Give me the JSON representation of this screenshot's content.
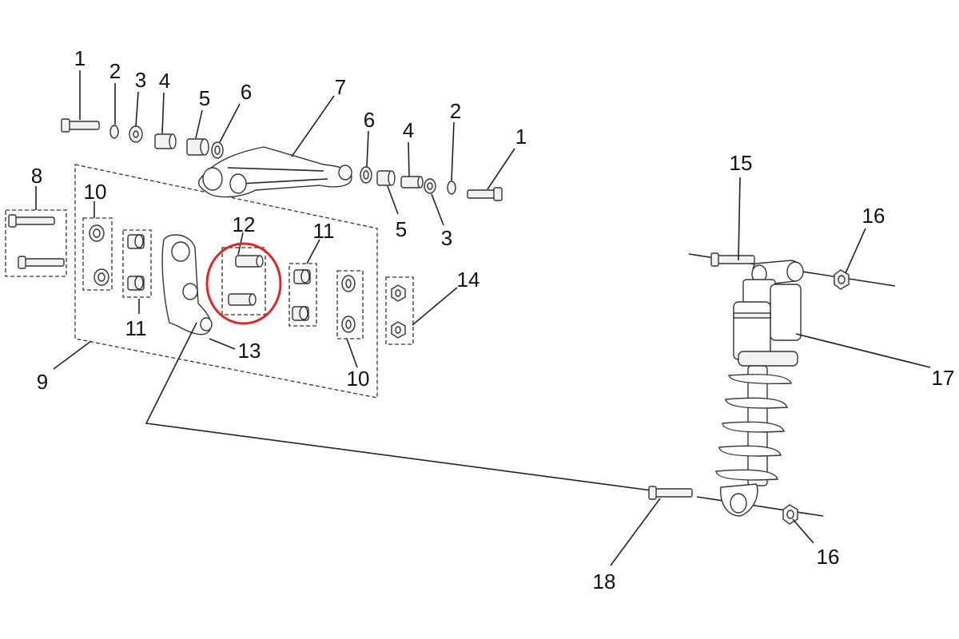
{
  "labels": {
    "p1a": "1",
    "p2a": "2",
    "p3a": "3",
    "p4a": "4",
    "p5a": "5",
    "p6a": "6",
    "p7": "7",
    "p6b": "6",
    "p4b": "4",
    "p2b": "2",
    "p1b": "1",
    "p5b": "5",
    "p3b": "3",
    "p8": "8",
    "p9": "9",
    "p10a": "10",
    "p10b": "10",
    "p11a": "11",
    "p11b": "11",
    "p12": "12",
    "p13": "13",
    "p14": "14",
    "p15": "15",
    "p16a": "16",
    "p16b": "16",
    "p17": "17",
    "p18": "18"
  },
  "highlight": {
    "part": "12",
    "color": "#e0262b"
  }
}
